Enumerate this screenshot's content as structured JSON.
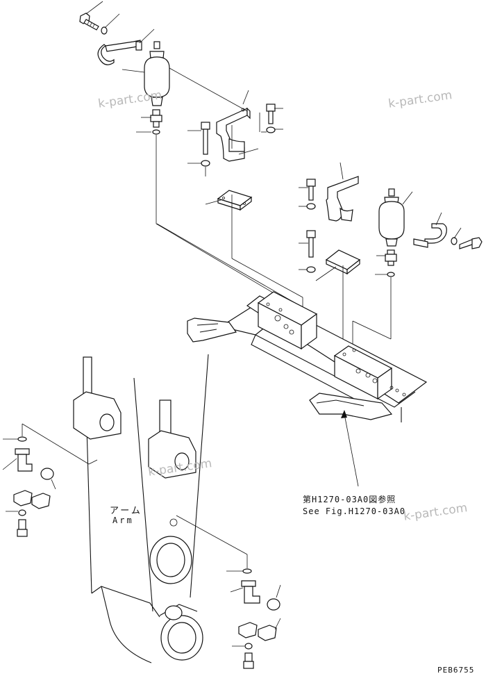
{
  "watermarks": [
    "k-part.com",
    "k-part.com",
    "k-part.com",
    "k-part.com",
    "k-part.com"
  ],
  "labels": {
    "arm_jp": "アーム",
    "arm_en": "Arm",
    "ref_jp": "第H1270-03A0図参照",
    "ref_en": "See Fig.H1270-03A0",
    "code": "PEB6755"
  },
  "colors": {
    "line": "#111111",
    "watermark": "#b9b9b9",
    "background": "#ffffff"
  },
  "parts": [
    "bolt-icon",
    "washer-icon",
    "clamp-icon",
    "accumulator-icon",
    "fitting-icon",
    "o-ring-icon",
    "bracket-icon",
    "plate-icon",
    "valve-block-icon",
    "elbow-icon",
    "split-flange-icon",
    "cap-icon",
    "arm-structure",
    "boom-structure"
  ]
}
